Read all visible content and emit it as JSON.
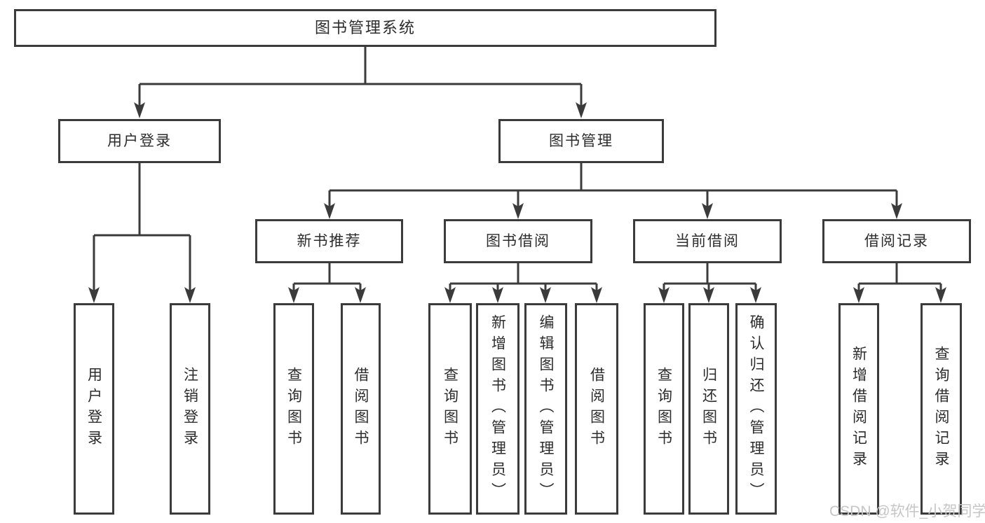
{
  "diagram": {
    "title": "图书管理系统",
    "nodes": {
      "root": {
        "label": "图书管理系统"
      },
      "user_login": {
        "label": "用户登录"
      },
      "book_mgmt": {
        "label": "图书管理"
      },
      "new_book_rec": {
        "label": "新书推荐"
      },
      "book_borrow": {
        "label": "图书借阅"
      },
      "current_borrow": {
        "label": "当前借阅"
      },
      "borrow_records": {
        "label": "借阅记录"
      },
      "leaf_user_login": {
        "label": "用户登录"
      },
      "leaf_logout": {
        "label": "注销登录"
      },
      "leaf_nb_query": {
        "label": "查询图书"
      },
      "leaf_nb_borrow": {
        "label": "借阅图书"
      },
      "leaf_bb_query": {
        "label": "查询图书"
      },
      "leaf_bb_add": {
        "label": "新增图书（管理员）"
      },
      "leaf_bb_edit": {
        "label": "编辑图书（管理员）"
      },
      "leaf_bb_borrow": {
        "label": "借阅图书"
      },
      "leaf_cb_query": {
        "label": "查询图书"
      },
      "leaf_cb_return": {
        "label": "归还图书"
      },
      "leaf_cb_confirm": {
        "label": "确认归还（管理员）"
      },
      "leaf_br_add": {
        "label": "新增借阅记录"
      },
      "leaf_br_query": {
        "label": "查询借阅记录"
      }
    }
  },
  "watermark": {
    "text": "CSDN @软件_小贺同学"
  },
  "colors": {
    "line": "#3b3b3b",
    "box_border": "#3b3b3b",
    "text": "#2c2c2c",
    "watermark_gray": "#c6c6c6",
    "background": "#ffffff"
  }
}
